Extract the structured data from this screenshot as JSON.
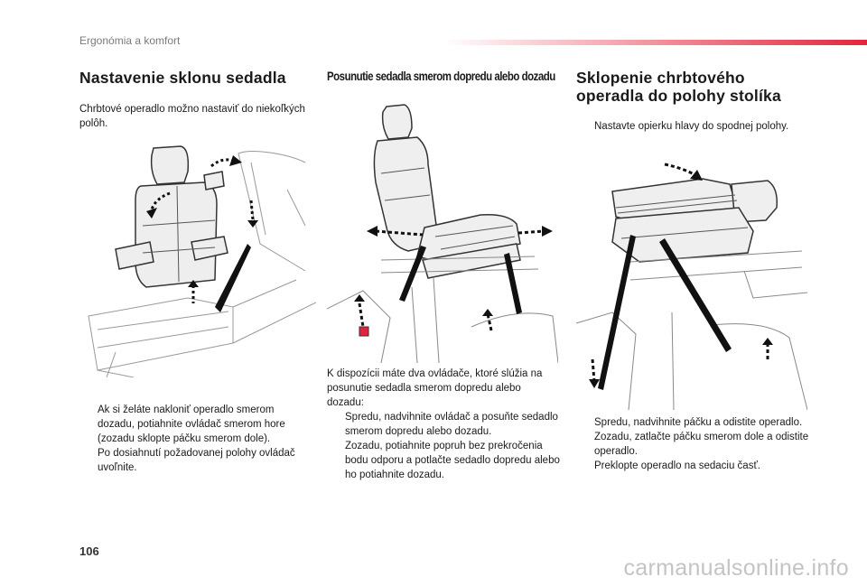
{
  "header": {
    "section": "Ergonómia a komfort"
  },
  "col1": {
    "title": "Nastavenie sklonu sedadla",
    "intro": "Chrbtové operadlo možno nastaviť do niekoľkých polôh.",
    "bullets": [
      "Ak si želáte nakloniť operadlo smerom dozadu, potiahnite ovládač smerom hore (zozadu sklopte páčku smerom dole).",
      "Po dosiahnutí požadovanej polohy ovládač uvoľnite."
    ]
  },
  "col2": {
    "title": "Posunutie sedadla smerom dopredu alebo dozadu",
    "intro": "K dispozícii máte dva ovládače, ktoré slúžia na posunutie sedadla smerom dopredu alebo dozadu:",
    "bullets": [
      "Spredu, nadvihnite ovládač a posuňte sedadlo smerom dopredu alebo dozadu.",
      "Zozadu, potiahnite popruh bez prekročenia bodu odporu a potlačte sedadlo dopredu alebo ho potiahnite dozadu."
    ]
  },
  "col3": {
    "title": "Sklopenie chrbtového operadla do polohy stolíka",
    "pre_bullets": [
      "Nastavte opierku hlavy do spodnej polohy."
    ],
    "bullets": [
      "Spredu, nadvihnite páčku a odistite operadlo.",
      "Zozadu, zatlačte páčku smerom dole a odistite operadlo.",
      "Preklopte operadlo na sedaciu časť."
    ]
  },
  "bullet_marker": "",
  "footer": {
    "page_number": "106",
    "watermark": "carmanualsonline.info"
  },
  "colors": {
    "accent": "#e3243b",
    "text": "#1a1a1a",
    "muted": "#7a7a7a",
    "watermark": "#c4c4c4"
  },
  "icons": {
    "bullet": "pointing-hand-icon"
  }
}
